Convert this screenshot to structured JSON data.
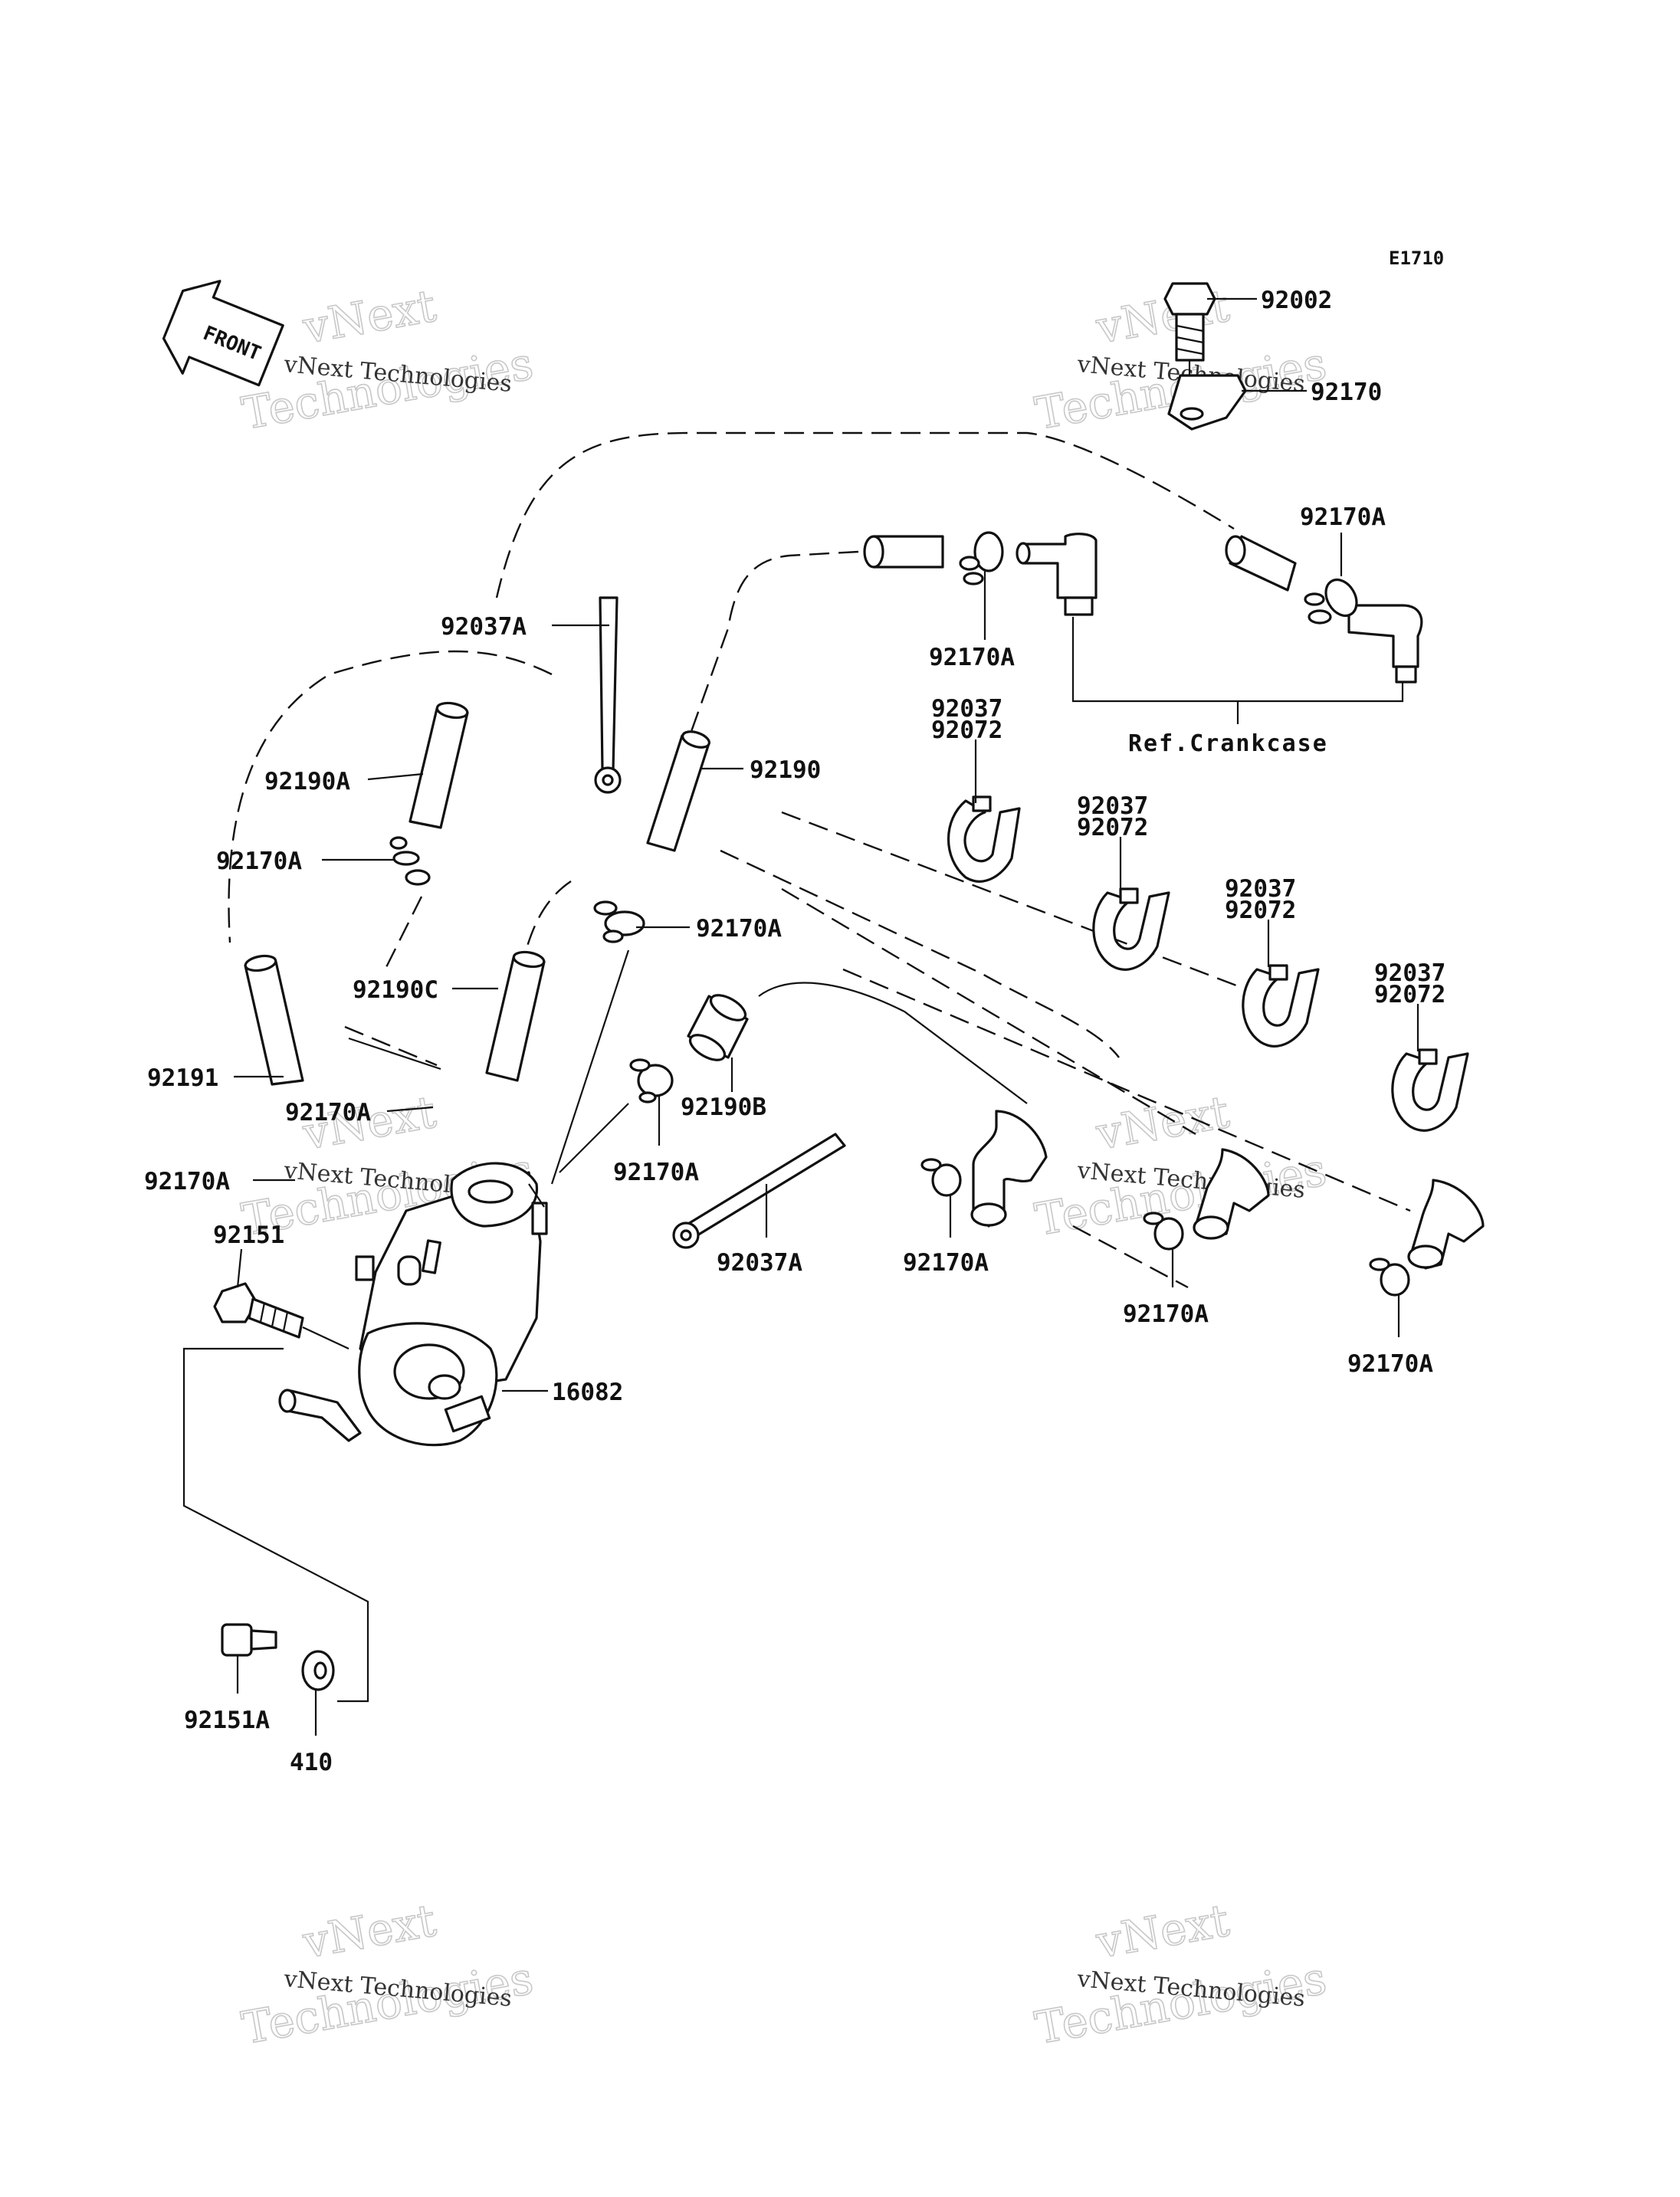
{
  "diagram_code": "E1710",
  "front_label": "FRONT",
  "ref_note": "Ref.Crankcase",
  "watermark": {
    "small": "vNext Technologies",
    "big_line1": "vNext",
    "big_line2": "Technologies"
  },
  "callouts": {
    "c92002": "92002",
    "c92170": "92170",
    "c92170A_top_right": "92170A",
    "c92170A_top_mid": "92170A",
    "c92037A_top": "92037A",
    "c92190A": "92190A",
    "c92190": "92190",
    "c92170A_left_upper": "92170A",
    "c92170A_center": "92170A",
    "c92190C": "92190C",
    "c92191": "92191",
    "c92170A_left_mid": "92170A",
    "c92170A_left_low": "92170A",
    "c92190B": "92190B",
    "c92170A_mid": "92170A",
    "c92151": "92151",
    "c92037A_bottom": "92037A",
    "c92170A_row1": "92170A",
    "c92170A_row2": "92170A",
    "c92170A_row3": "92170A",
    "c16082": "16082",
    "c92151A": "92151A",
    "c410": "410",
    "clamp1_a": "92037",
    "clamp1_b": "92072",
    "clamp2_a": "92037",
    "clamp2_b": "92072",
    "clamp3_a": "92037",
    "clamp3_b": "92072",
    "clamp4_a": "92037",
    "clamp4_b": "92072"
  }
}
